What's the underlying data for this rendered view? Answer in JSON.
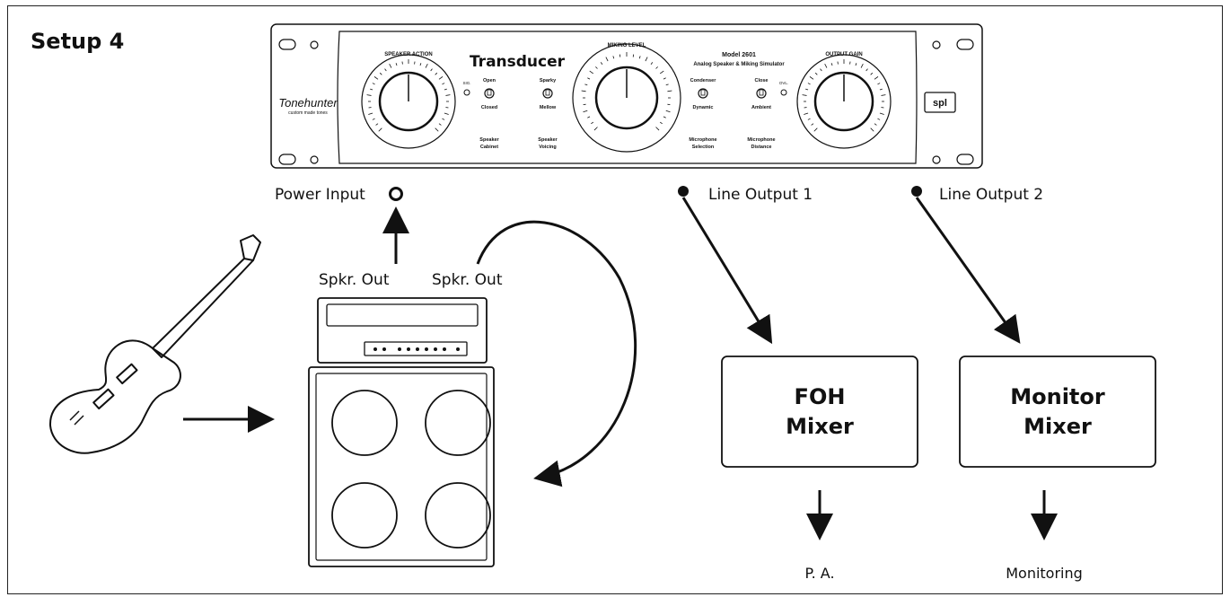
{
  "title": "Setup 4",
  "device": {
    "name": "Transducer",
    "model": "Model 2601",
    "subtitle": "Analog Speaker & Miking Simulator",
    "brand_left": "Tonehunter",
    "brand_left_sub": "custom made tones",
    "brand_right": "spl",
    "knobs": [
      {
        "label": "SPEAKER ACTION"
      },
      {
        "label": "MIKING LEVEL"
      },
      {
        "label": "OUTPUT GAIN"
      }
    ],
    "sig_label": "SIG.",
    "ovl_label": "OVL.",
    "switches": [
      {
        "top": "Open",
        "bottom": "Closed",
        "caption1": "Speaker",
        "caption2": "Cabinet"
      },
      {
        "top": "Sparky",
        "bottom": "Mellow",
        "caption1": "Speaker",
        "caption2": "Voicing"
      },
      {
        "top": "Condenser",
        "bottom": "Dynamic",
        "caption1": "Microphone",
        "caption2": "Selection"
      },
      {
        "top": "Close",
        "bottom": "Ambient",
        "caption1": "Microphone",
        "caption2": "Distance"
      }
    ]
  },
  "connections": {
    "power_input": "Power Input",
    "line_output_1": "Line Output 1",
    "line_output_2": "Line Output 2",
    "spkr_out_1": "Spkr. Out",
    "spkr_out_2": "Spkr. Out"
  },
  "mixers": [
    {
      "line1": "FOH",
      "line2": "Mixer",
      "destination": "P. A."
    },
    {
      "line1": "Monitor",
      "line2": "Mixer",
      "destination": "Monitoring"
    }
  ],
  "colors": {
    "line": "#111111",
    "background": "#ffffff"
  }
}
